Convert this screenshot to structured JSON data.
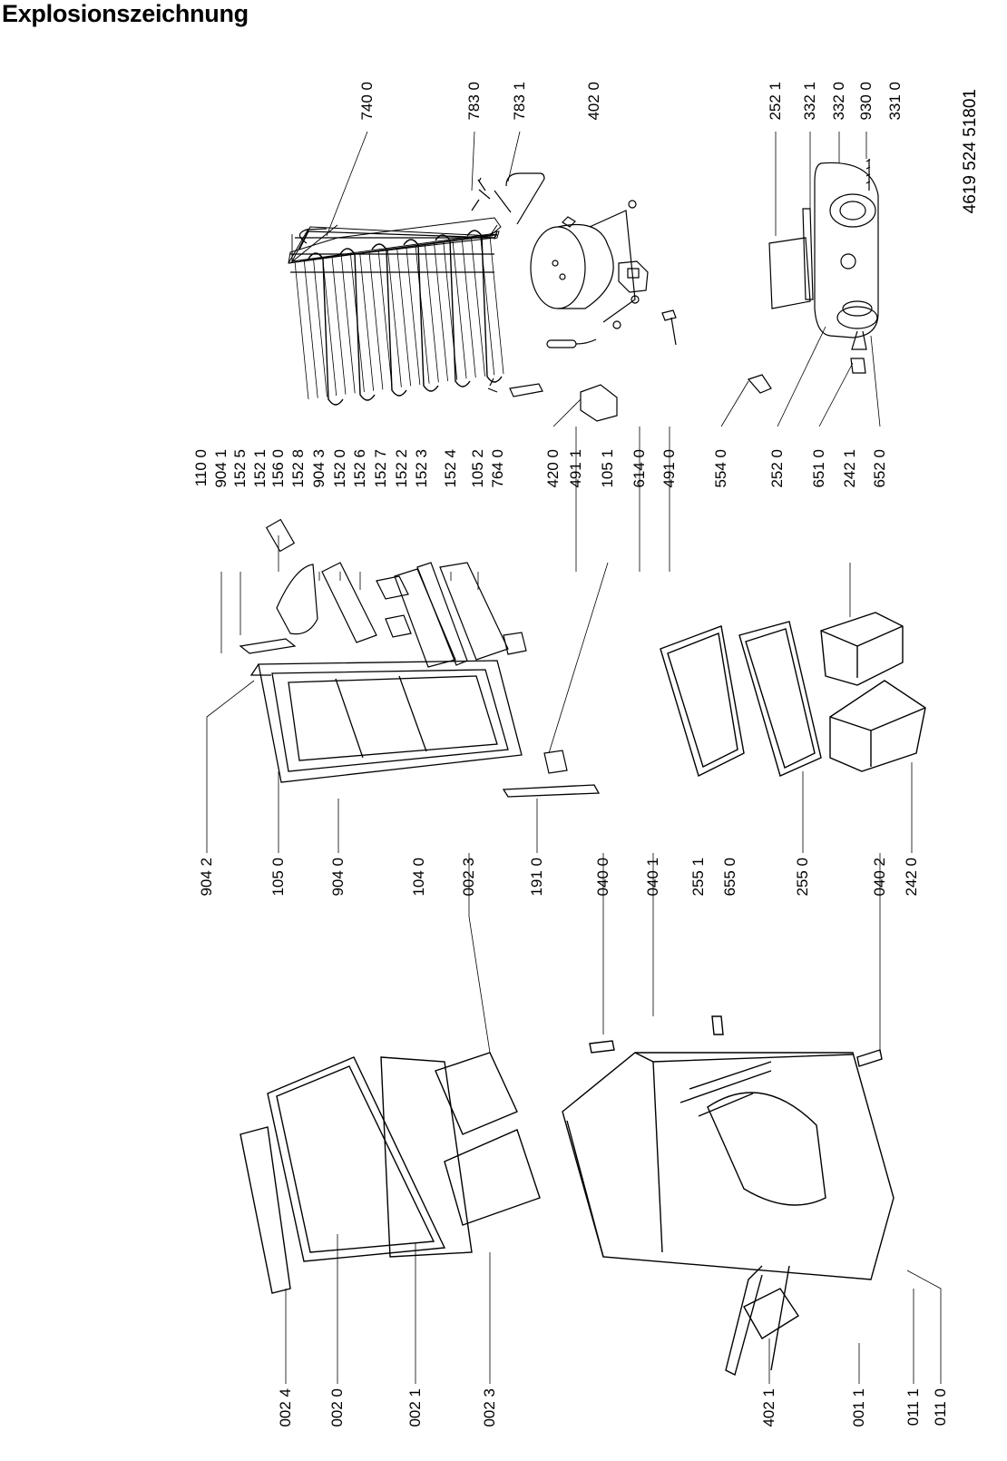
{
  "title": "Explosionszeichnung",
  "document_number": "4619 524 51801",
  "labels": {
    "top": [
      "740 0",
      "783 0",
      "783 1",
      "402 0",
      "252 1",
      "332 1",
      "332 0",
      "930 0",
      "331 0"
    ],
    "middle": [
      "110 0",
      "904 1",
      "152 5",
      "152 1",
      "156 0",
      "152 8",
      "904 3",
      "152 0",
      "152 6",
      "152 7",
      "152 2",
      "152 3",
      "152 4",
      "105 2",
      "764 0",
      "420 0",
      "491 1",
      "105 1",
      "614 0",
      "491 0",
      "554 0",
      "252 0",
      "651 0",
      "242 1",
      "652 0"
    ],
    "lower": [
      "904 2",
      "105 0",
      "904 0",
      "104 0",
      "002 3",
      "191 0",
      "040 0",
      "040 1",
      "255 1",
      "655 0",
      "255 0",
      "040 2",
      "242 0"
    ],
    "bottom": [
      "002 4",
      "002 0",
      "002 1",
      "002 3",
      "402 1",
      "001 1",
      "011 1",
      "011 0"
    ]
  }
}
